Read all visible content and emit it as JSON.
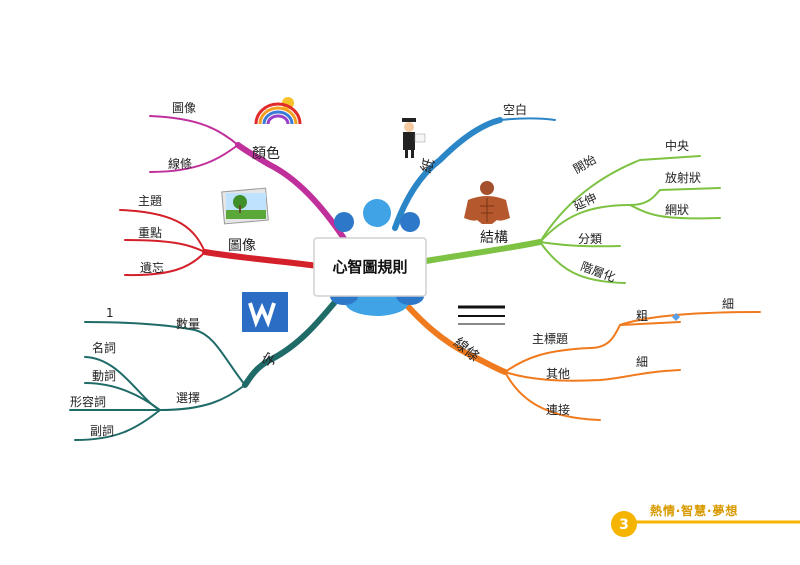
{
  "center": {
    "label": "心智圖規則"
  },
  "branches": {
    "color": {
      "label": "顏色",
      "children": [
        "圖像",
        "線條"
      ],
      "color": "#c0309c"
    },
    "paper": {
      "label": "紙",
      "children": [
        "空白"
      ],
      "color": "#2b86c8"
    },
    "structure": {
      "label": "結構",
      "children": [
        "開始",
        "延伸",
        "分類",
        "階層化"
      ],
      "grandchildren": {
        "start": [
          "中央"
        ],
        "extend": [
          "放射狀",
          "網狀"
        ]
      },
      "color": "#7dc242"
    },
    "image": {
      "label": "圖像",
      "children": [
        "主題",
        "重點",
        "遺忘"
      ],
      "color": "#d4202a"
    },
    "words": {
      "label": "字",
      "children": [
        "數量",
        "選擇"
      ],
      "grandchildren": {
        "count": [
          "1"
        ],
        "choice": [
          "名詞",
          "動詞",
          "形容詞",
          "副詞"
        ]
      },
      "color": "#1f6b68"
    },
    "lines": {
      "label": "線條",
      "children": [
        "主標題",
        "其他",
        "連接"
      ],
      "grandchildren": {
        "main": [
          "粗",
          "細"
        ],
        "other": [
          "細"
        ]
      },
      "color": "#f07a1e"
    }
  },
  "footer": {
    "slogan": "熱情‧智慧‧夢想",
    "page": "3",
    "accent": "#f5b400"
  },
  "icons": [
    "rainbow-icon",
    "graduate-icon",
    "picture-icon",
    "muscle-torso-icon",
    "word-logo-icon",
    "three-lines-icon",
    "people-group-icon"
  ]
}
